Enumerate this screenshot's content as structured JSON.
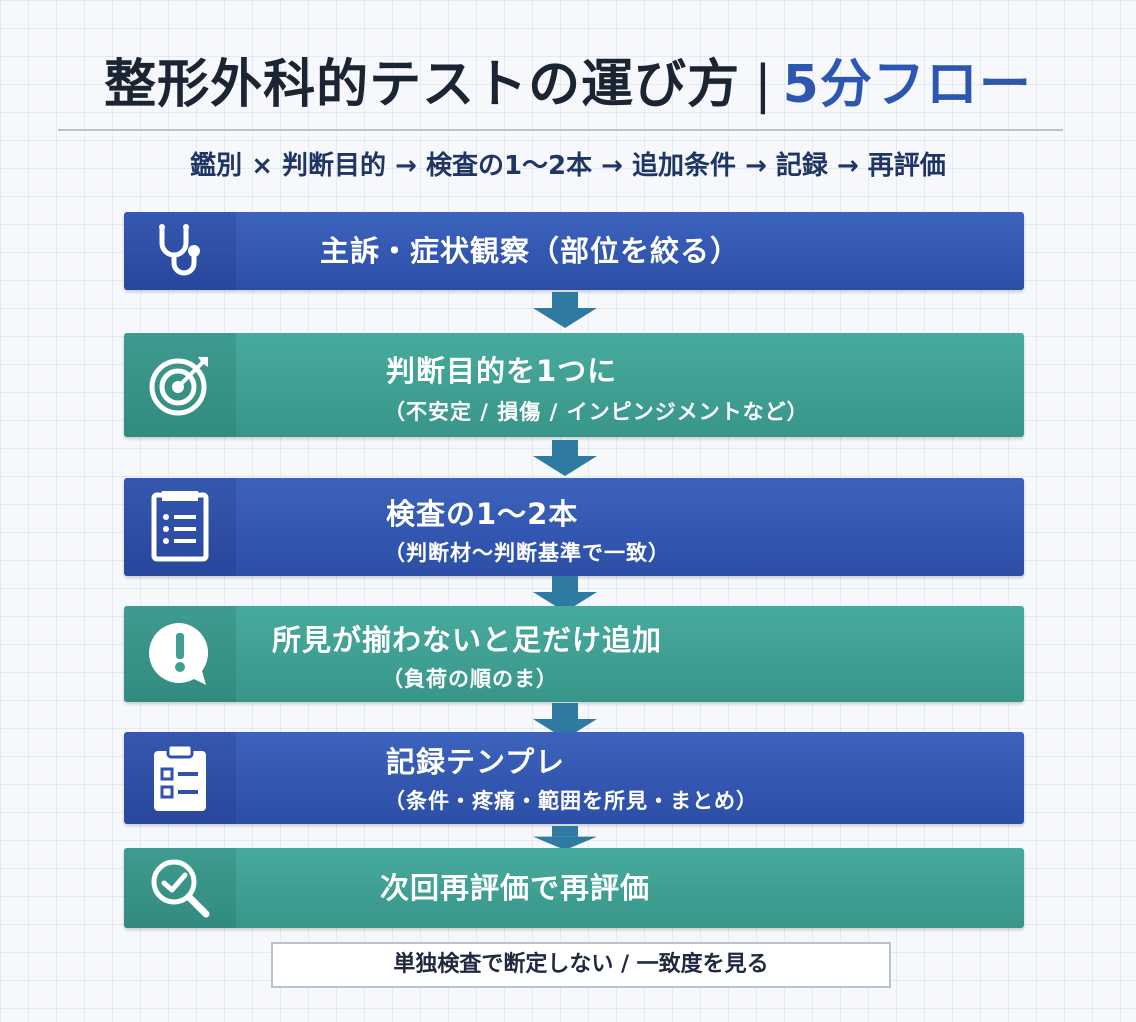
{
  "title": {
    "main": "整形外科的テストの運び方",
    "separator": "|",
    "accent": "5分フロー"
  },
  "subtitle": "鑑別 × 判断目的 → 検査の1～2本 → 追加条件 → 記録 → 再評価",
  "steps": [
    {
      "icon": "stethoscope-icon",
      "main": "主訴・症状観察（部位を絞る）",
      "sub": "",
      "color": "blue"
    },
    {
      "icon": "target-icon",
      "main": "判断目的を1つに",
      "sub": "（不安定 / 損傷 / インピンジメントなど）",
      "color": "green"
    },
    {
      "icon": "document-list-icon",
      "main": "検査の1～2本",
      "sub": "（判断材～判断基準で一致）",
      "color": "blue"
    },
    {
      "icon": "exclamation-bubble-icon",
      "main": "所見が揃わないと足だけ追加",
      "sub": "（負荷の順のま）",
      "color": "green"
    },
    {
      "icon": "clipboard-checklist-icon",
      "main": "記録テンプレ",
      "sub": "（条件・疼痛・範囲を所見・まとめ）",
      "color": "blue"
    },
    {
      "icon": "magnifier-check-icon",
      "main": "次回再評価で再評価",
      "sub": "",
      "color": "green"
    }
  ],
  "bottom_note": "単独検査で断定しない / 一致度を見る",
  "colors": {
    "blue": "#2f52ab",
    "green": "#3f9f92",
    "arrow": "#2f7aa0",
    "title_accent": "#2d56b0"
  }
}
